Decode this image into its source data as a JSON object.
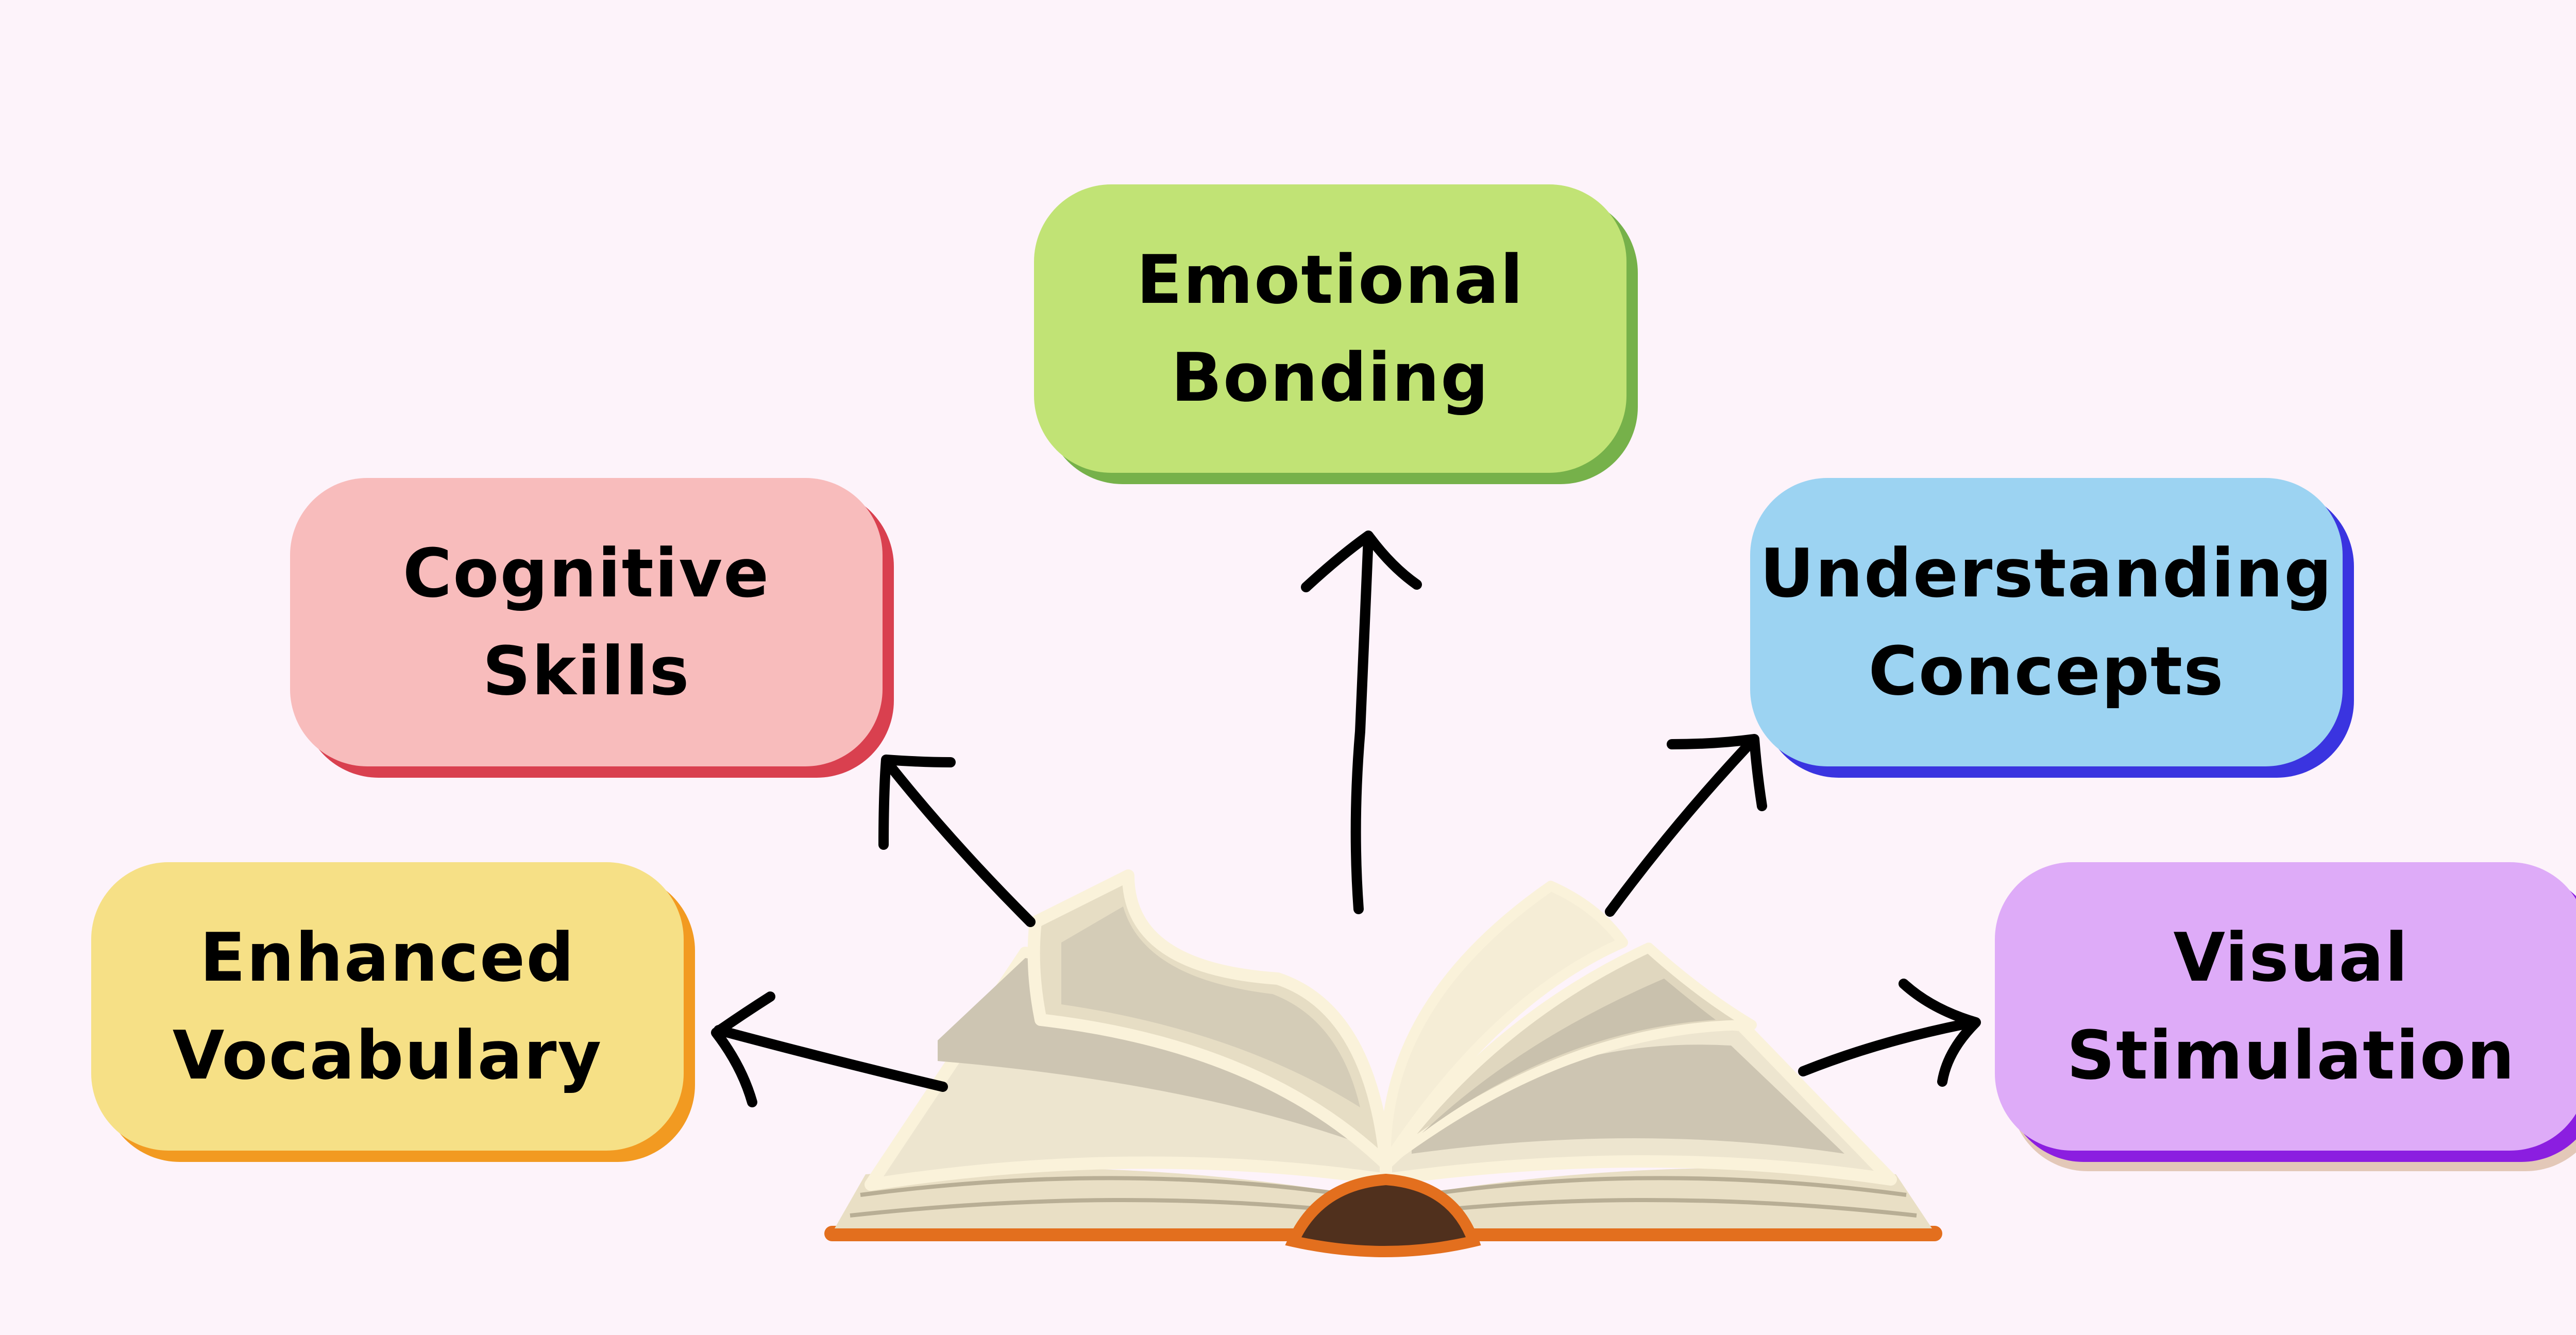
{
  "diagram": {
    "nodes": [
      {
        "id": "emotional",
        "lines": [
          "Emotional",
          "Bonding"
        ],
        "fill": "#C1E375",
        "border": "#76B14A"
      },
      {
        "id": "cognitive",
        "lines": [
          "Cognitive",
          "Skills"
        ],
        "fill": "#F8BCBC",
        "border": "#D9404F"
      },
      {
        "id": "understanding",
        "lines": [
          "Understanding",
          "Concepts"
        ],
        "fill": "#9CD3F2",
        "border": "#3A34E0"
      },
      {
        "id": "vocabulary",
        "lines": [
          "Enhanced",
          "Vocabulary"
        ],
        "fill": "#F6E086",
        "border": "#F29A21"
      },
      {
        "id": "visual",
        "lines": [
          "Visual",
          "Stimulation"
        ],
        "fill": "#DEABF8",
        "border": "#8B1EE0"
      }
    ],
    "center_icon": "open-book-icon",
    "arrow_icon": "hand-drawn-arrow-icon",
    "colors": {
      "background": "#FDF3FA",
      "arrow": "#000000",
      "book_cover": "#E36F1E",
      "book_spine": "#50301D",
      "page_cream": "#EDE5CF",
      "page_shade": "#CDC5B2"
    }
  }
}
